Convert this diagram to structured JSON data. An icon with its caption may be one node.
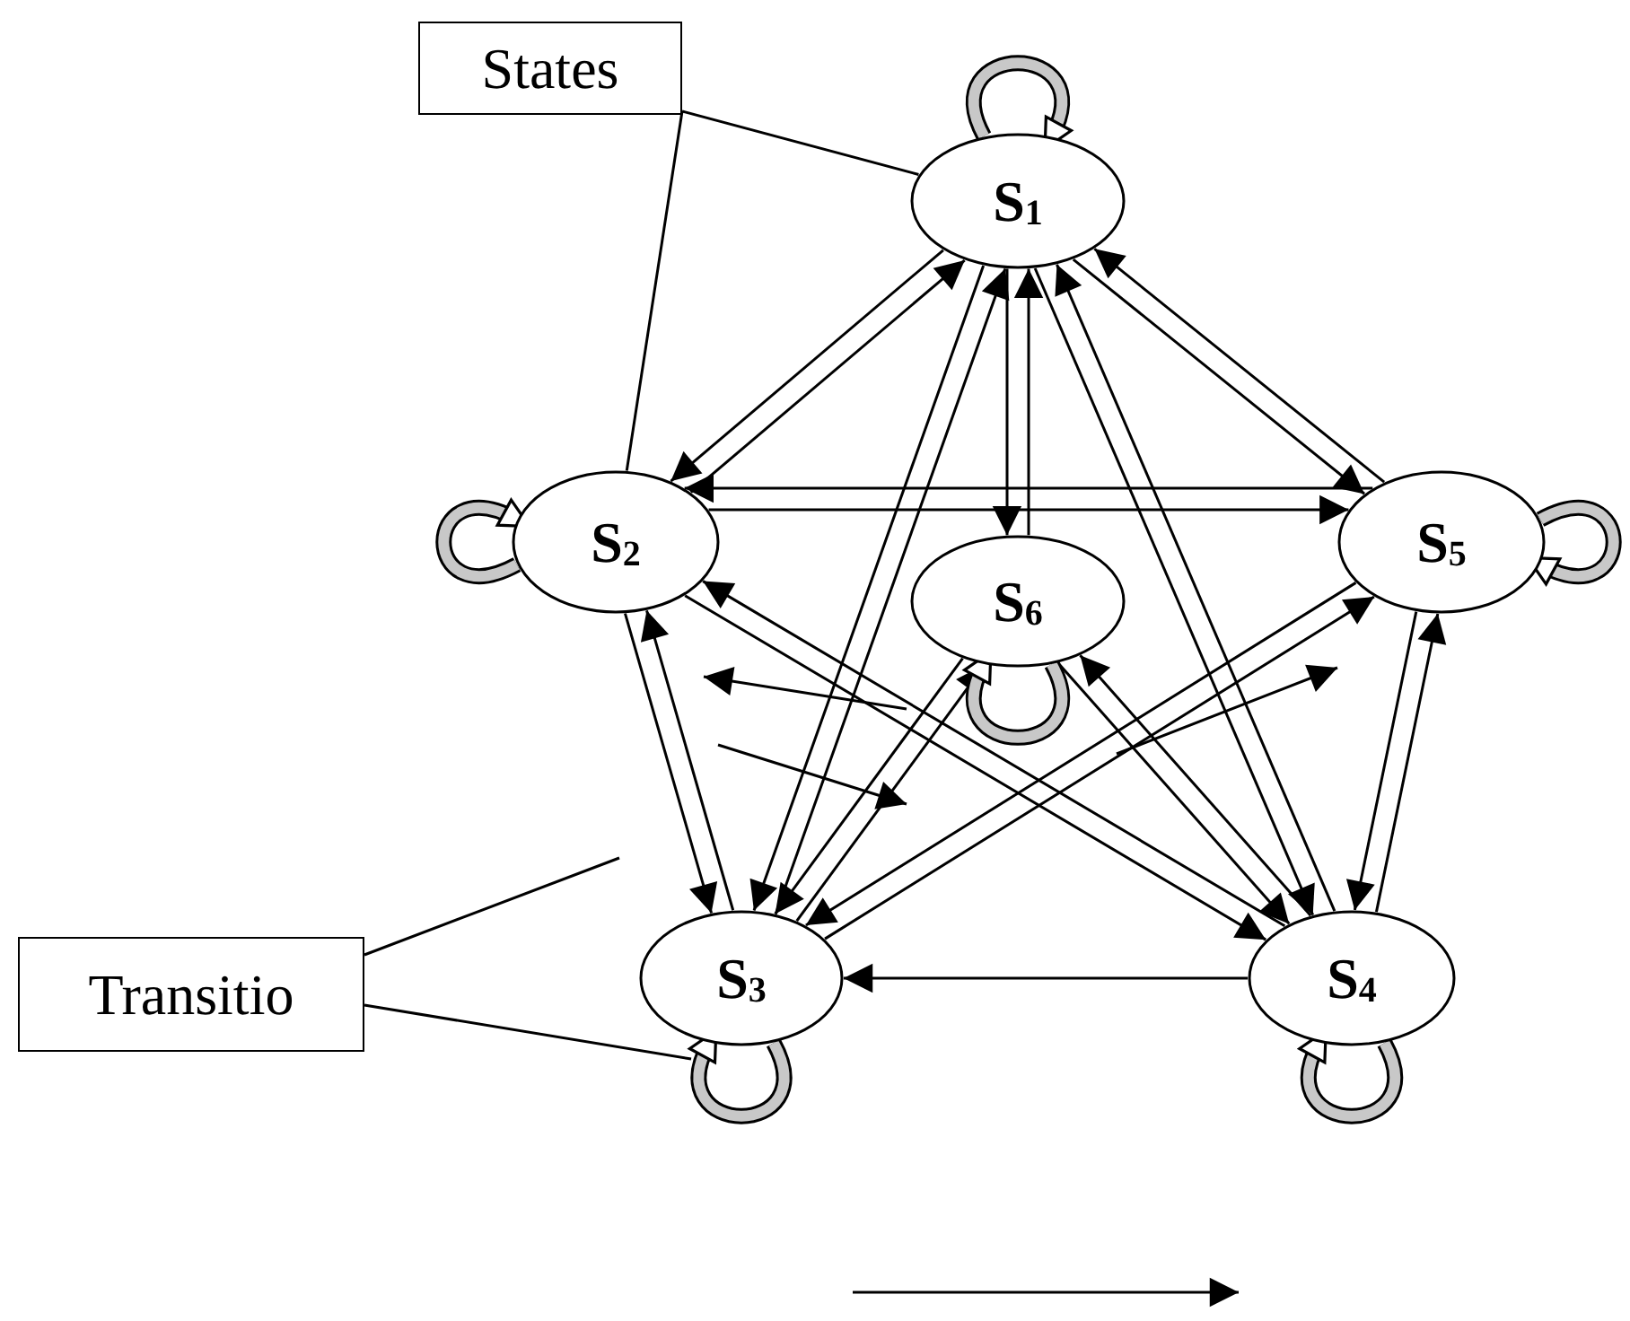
{
  "diagram": {
    "nodes": [
      {
        "text": [
          "States"
        ]
      },
      {
        "text": [
          "Transitio"
        ]
      },
      {
        "text": [
          "S$_{1}$"
        ]
      },
      {
        "text": [
          "S$_{2}$"
        ]
      },
      {
        "text": [
          "S$_{3}$"
        ]
      },
      {
        "text": [
          "S$_{4}$"
        ]
      },
      {
        "text": [
          "S$_{5}$"
        ]
      },
      {
        "text": [
          "S$_{6}$"
        ]
      }
    ],
    "edges": [
      {
        "from": 2,
        "to": 3,
        "arrow": "to"
      },
      {
        "from": 3,
        "to": 2,
        "arrow": "to"
      },
      {
        "from": 2,
        "to": 4,
        "arrow": "to"
      },
      {
        "from": 4,
        "to": 2,
        "arrow": "to"
      },
      {
        "from": 2,
        "to": 7,
        "arrow": "to"
      },
      {
        "from": 7,
        "to": 2,
        "arrow": "to"
      },
      {
        "from": 2,
        "to": 5,
        "arrow": "to"
      },
      {
        "from": 5,
        "to": 2,
        "arrow": "to"
      },
      {
        "from": 2,
        "to": 6,
        "arrow": "to"
      },
      {
        "from": 6,
        "to": 2,
        "arrow": "to"
      },
      {
        "from": 3,
        "to": 6,
        "arrow": "to"
      },
      {
        "from": 6,
        "to": 3,
        "arrow": "to"
      },
      {
        "from": 3,
        "to": 4,
        "arrow": "to"
      },
      {
        "from": 4,
        "to": 3,
        "arrow": "to"
      },
      {
        "from": 3,
        "to": 5,
        "arrow": "to"
      },
      {
        "from": 5,
        "to": 3,
        "arrow": "to"
      },
      {
        "from": 4,
        "to": 7,
        "arrow": "to"
      },
      {
        "from": 7,
        "to": 4,
        "arrow": "to"
      },
      {
        "from": 7,
        "to": 5,
        "arrow": "to"
      },
      {
        "from": 5,
        "to": 7,
        "arrow": "to"
      },
      {
        "from": 5,
        "to": 4,
        "arrow": "to"
      },
      {
        "from": 6,
        "to": 5,
        "arrow": "to"
      },
      {
        "from": 5,
        "to": 6,
        "arrow": "to"
      },
      {
        "from": 4,
        "to": 6,
        "arrow": "to"
      },
      {
        "from": 6,
        "to": 4,
        "arrow": "to"
      },
      {
        "from": 2,
        "to": 2,
        "arrow": "to",
        "style": "thick"
      },
      {
        "from": 3,
        "to": 3,
        "arrow": "to",
        "style": "thick"
      },
      {
        "from": 4,
        "to": 4,
        "arrow": "to",
        "style": "thick"
      },
      {
        "from": 5,
        "to": 5,
        "arrow": "to",
        "style": "thick"
      },
      {
        "from": 6,
        "to": 6,
        "arrow": "to",
        "style": "thick"
      },
      {
        "from": 7,
        "to": 7,
        "arrow": "to",
        "style": "thick"
      },
      {
        "from": 0,
        "to": 2,
        "arrow": "none"
      },
      {
        "from": 0,
        "to": 3,
        "arrow": "none"
      },
      {
        "from": 1,
        "to": null,
        "arrow": "none"
      },
      {
        "from": 1,
        "to": null,
        "arrow": "none"
      }
    ]
  }
}
